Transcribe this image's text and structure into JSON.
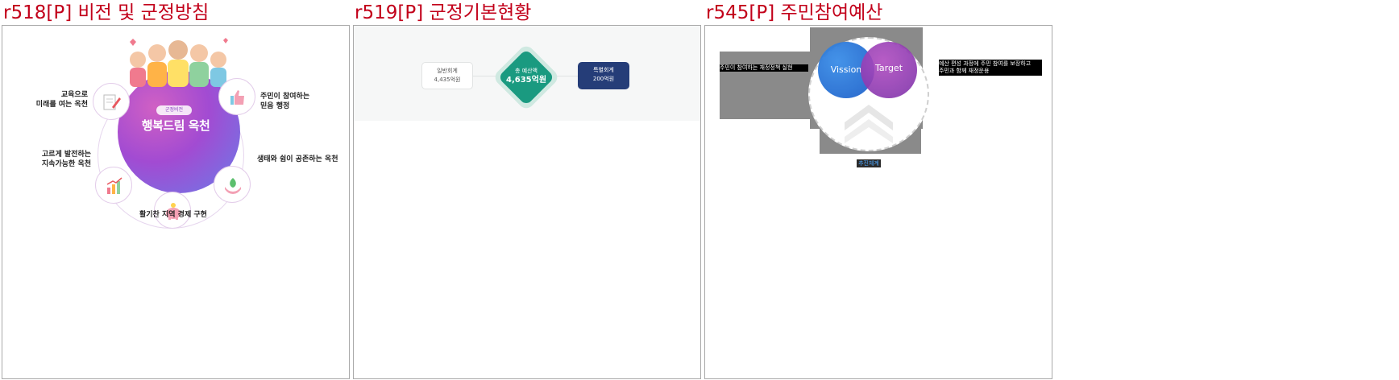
{
  "panels": [
    {
      "title": "r518[P] 비전 및 군정방침",
      "vision_badge": "군정비전",
      "vision_slogan": "행복드림 옥천",
      "policies": {
        "education": [
          "교육으로",
          "미래를 여는 옥천"
        ],
        "participation": [
          "주민이 참여하는",
          "믿음 행정"
        ],
        "balanced": [
          "고르게 발전하는",
          "지속가능한 옥천"
        ],
        "ecology": "생태와 쉼이 공존하는 옥천",
        "economy": "활기찬 지역 경제 구현"
      }
    },
    {
      "title": "r519[P] 군정기본현황",
      "general": {
        "label": "일반회계",
        "value": "4,435억원"
      },
      "total": {
        "label": "총 예산액",
        "value": "4,635억원"
      },
      "special": {
        "label": "특별회계",
        "value": "200억원"
      }
    },
    {
      "title": "r545[P] 주민참여예산",
      "vision": "Vission",
      "target": "Target",
      "left_text": "주민이 참여하는 재정정책 실현",
      "right_text": [
        "예산 편성 과정에 주민 참여를 보장하고",
        "주민과 함께 재정운용"
      ],
      "bottom_badge": "추진체계"
    }
  ],
  "colors": {
    "title": "#c2001a",
    "vision_gradient": [
      "#d060c4",
      "#6a7ce8"
    ],
    "budget_total": "#1a9a80",
    "budget_special": "#253d78",
    "venn_blue": "#1e5fc8",
    "venn_purple": "#7a2fa8"
  }
}
